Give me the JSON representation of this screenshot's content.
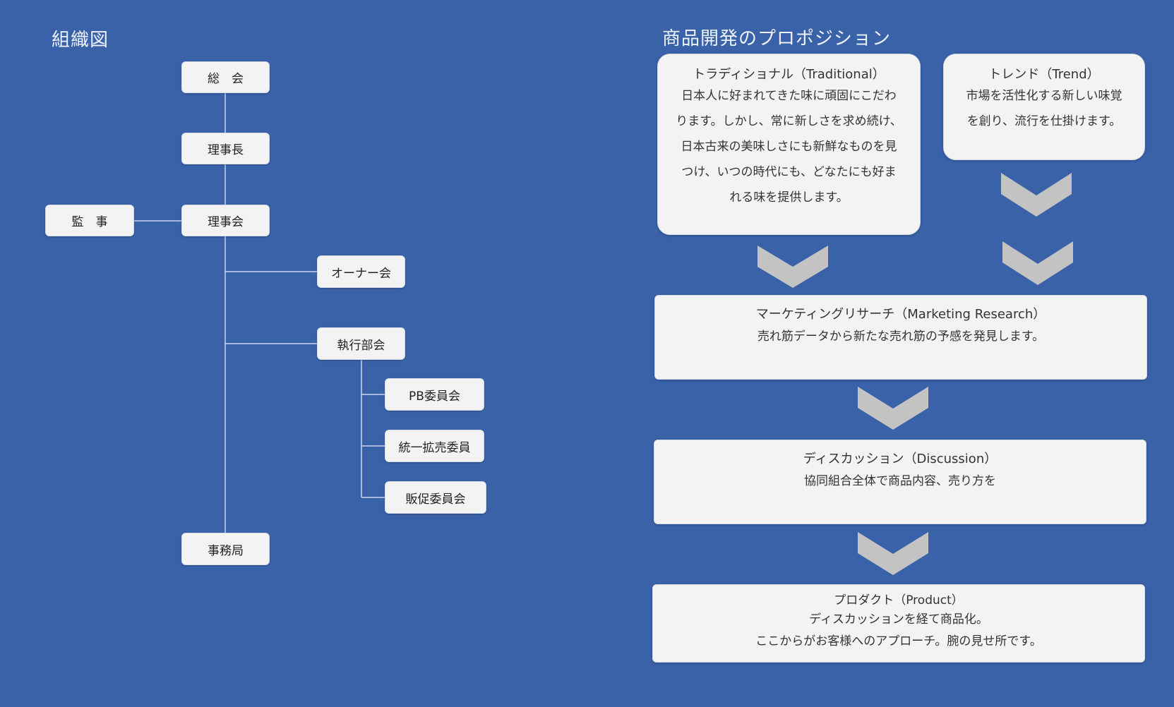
{
  "org_chart": {
    "title": "組織図",
    "nodes": {
      "soukai": "総　会",
      "rijicho": "理事長",
      "rijikai": "理事会",
      "kanji": "監　事",
      "owner": "オーナー会",
      "shikkou": "執行部会",
      "pb": "PB委員会",
      "touitsu": "統一拡売委員",
      "hansoku": "販促委員会",
      "jimu": "事務局"
    }
  },
  "proposition": {
    "title": "商品開発のプロポジション",
    "traditional": {
      "heading": "トラディショナル（Traditional）",
      "lines": [
        "日本人に好まれてきた味に頑固にこだわ",
        "ります。しかし、常に新しさを求め続け、",
        "日本古来の美味しさにも新鮮なものを見",
        "つけ、いつの時代にも、どなたにも好ま",
        "れる味を提供します。"
      ]
    },
    "trend": {
      "heading": "トレンド（Trend）",
      "lines": [
        "市場を活性化する新しい味覚",
        "を創り、流行を仕掛けます。"
      ]
    },
    "marketing": {
      "heading": "マーケティングリサーチ（Marketing  Research）",
      "lines": [
        "売れ筋データから新たな売れ筋の予感を発見します。"
      ]
    },
    "discussion": {
      "heading": "ディスカッション（Discussion）",
      "lines": [
        "協同組合全体で商品内容、売り方を"
      ]
    },
    "product": {
      "heading": "プロダクト（Product）",
      "lines": [
        "ディスカッションを経て商品化。",
        "ここからがお客様へのアプローチ。腕の見せ所です。"
      ]
    }
  },
  "colors": {
    "background": "#3a62a9",
    "box": "#f3f3f3",
    "connector": "#c9d4ea",
    "chevron": "#c3c3c3"
  }
}
